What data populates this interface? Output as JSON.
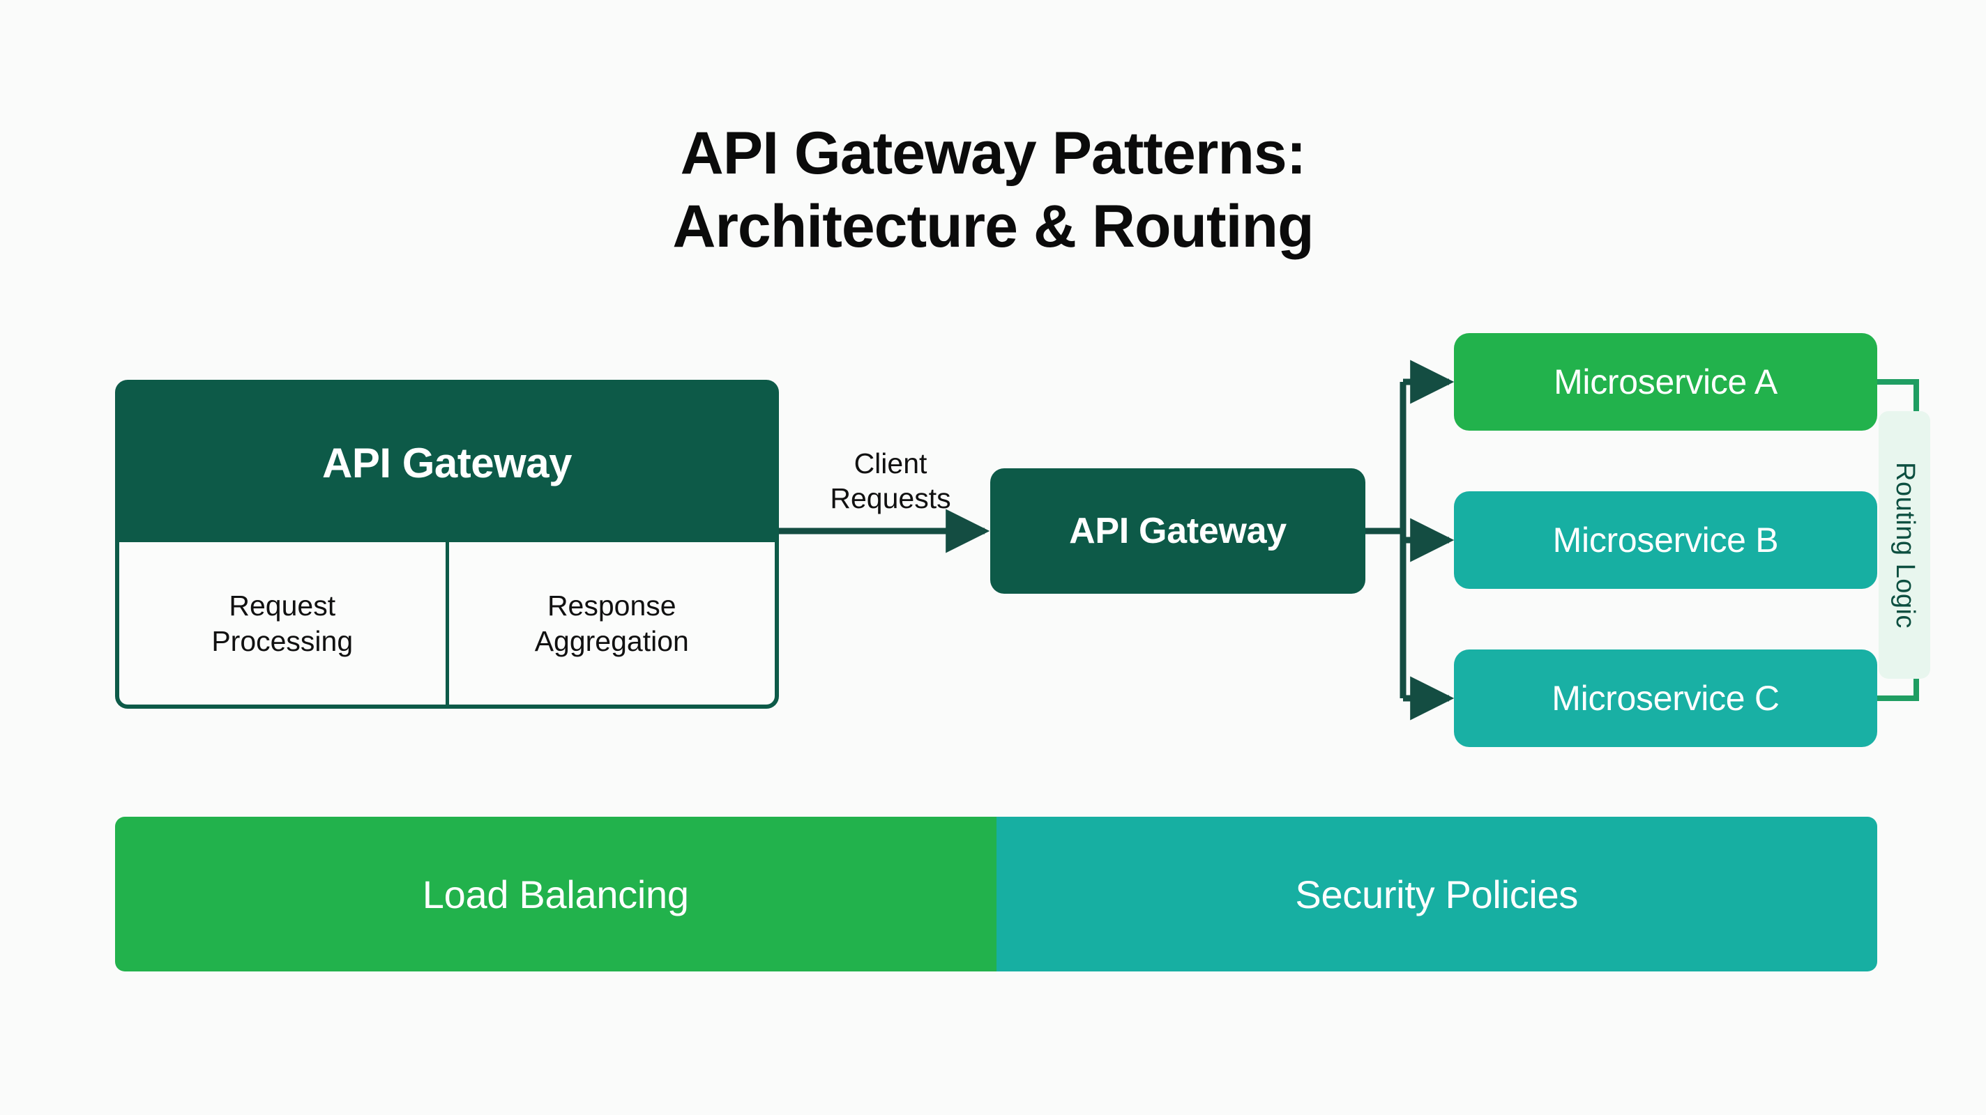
{
  "title": {
    "line1": "API Gateway Patterns:",
    "line2": "Architecture & Routing"
  },
  "left_card": {
    "header": "API Gateway",
    "cells": [
      {
        "line1": "Request",
        "line2": "Processing"
      },
      {
        "line1": "Response",
        "line2": "Aggregation"
      }
    ]
  },
  "flow": {
    "client_requests": {
      "line1": "Client",
      "line2": "Requests"
    },
    "center_gateway": "API Gateway"
  },
  "services": [
    {
      "label": "Microservice A",
      "color": "#22b24c"
    },
    {
      "label": "Microservice B",
      "color": "#17afa2"
    },
    {
      "label": "Microservice C",
      "color": "#19b0a4"
    }
  ],
  "routing_logic": {
    "label": "Routing Logic"
  },
  "bottom_bar": [
    {
      "label": "Load Balancing",
      "color": "#22b24c"
    },
    {
      "label": "Security Policies",
      "color": "#17afa2"
    }
  ],
  "colors": {
    "background": "#fafbfa",
    "dark_teal": "#0d5a48",
    "bright_green": "#22b24c",
    "teal": "#17afa2",
    "mint_panel": "#e8f6ee",
    "text_dark": "#111111",
    "text_light": "#ffffff"
  }
}
